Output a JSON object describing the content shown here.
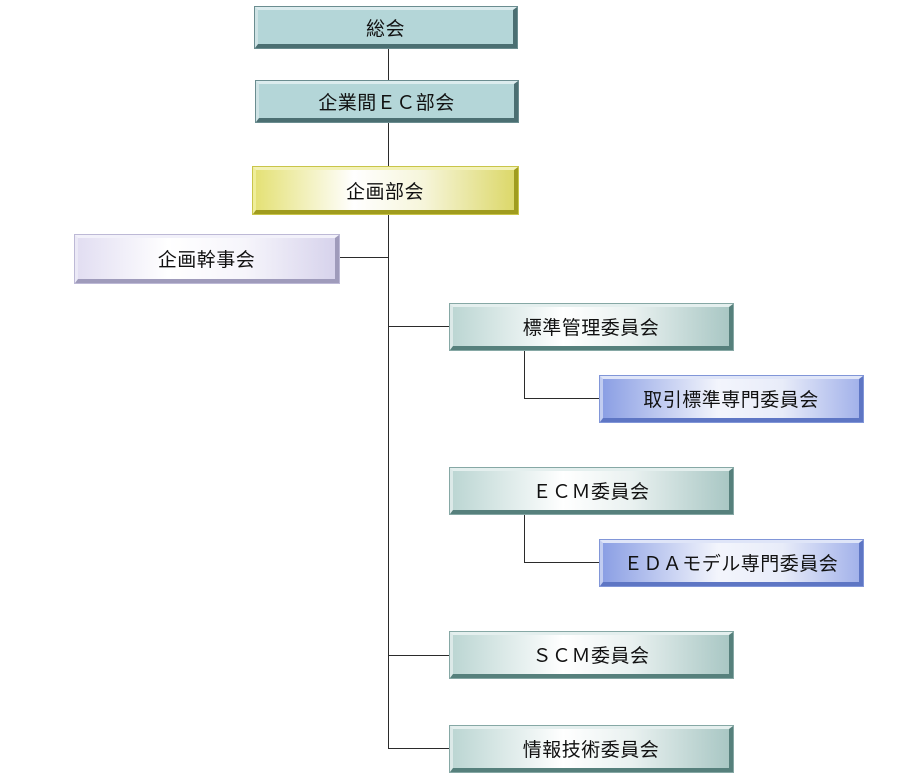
{
  "org_chart": {
    "general_meeting": "総会",
    "inter_company_ec": "企業間ＥＣ部会",
    "planning_division": "企画部会",
    "planning_secretariat": "企画幹事会",
    "standards_mgmt": "標準管理委員会",
    "trade_standards_expert": "取引標準専門委員会",
    "ecm": "ＥＣＭ委員会",
    "eda_model_expert": "ＥＤＡモデル専門委員会",
    "scm": "ＳＣＭ委員会",
    "it_committee": "情報技術委員会"
  }
}
